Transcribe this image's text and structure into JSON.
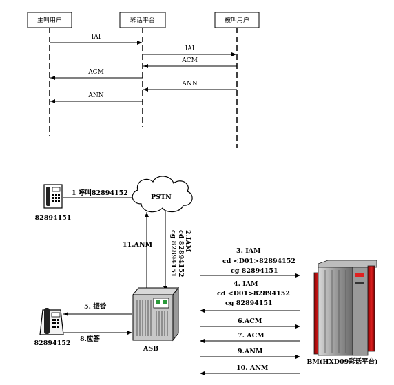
{
  "sequence": {
    "participants": [
      "主叫用户",
      "彩话平台",
      "被叫用户"
    ],
    "messages": [
      {
        "from": 0,
        "to": 1,
        "label": "IAI"
      },
      {
        "from": 1,
        "to": 2,
        "label": "IAI"
      },
      {
        "from": 2,
        "to": 1,
        "label": "ACM"
      },
      {
        "from": 1,
        "to": 0,
        "label": "ACM"
      },
      {
        "from": 2,
        "to": 1,
        "label": "ANN"
      },
      {
        "from": 1,
        "to": 0,
        "label": "ANN"
      }
    ]
  },
  "network": {
    "phone_top_number": "82894151",
    "call_label": "1 呼叫82894152",
    "cloud_label": "PSTN",
    "anm_up_label": "11.ANM",
    "iam_vertical": [
      "2.IAM",
      "cd 82894152",
      "cg 82894151"
    ],
    "asb_label": "ASB",
    "ring_label": "5. 振铃",
    "answer_label": "8.应答",
    "phone_bottom_number": "82894152",
    "server_label": "BM(HXD09彩话平台)",
    "msg3": [
      "3. IAM",
      "cd <D01>82894152",
      "cg 82894151"
    ],
    "msg4": [
      "4.  IAM",
      "cd <D01>82894152",
      "cg  82894151"
    ],
    "msg6": "6.ACM",
    "msg7": "7. ACM",
    "msg9": "9.ANM",
    "msg10": "10. ANM"
  }
}
